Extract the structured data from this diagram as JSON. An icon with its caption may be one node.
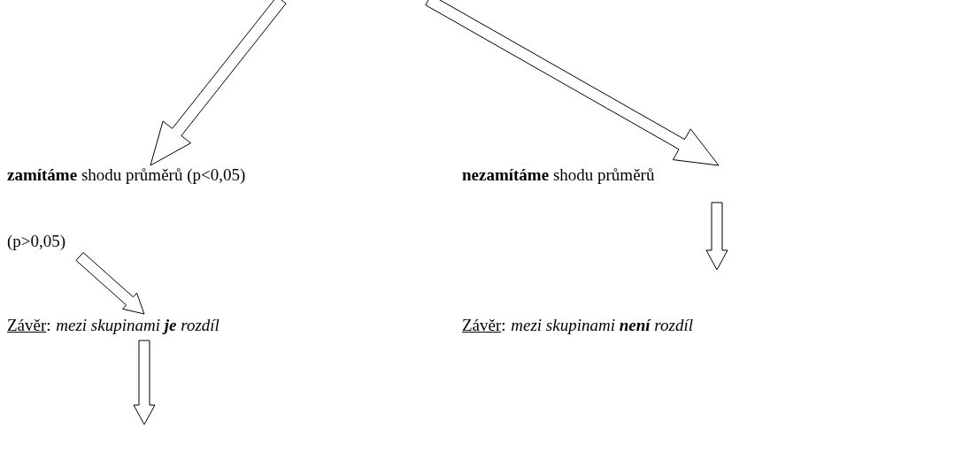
{
  "diagram": {
    "nodes": [
      {
        "text": [
          "**zamítáme** shodu průměrů (p<0,05)"
        ]
      },
      {
        "text": [
          "**nezamítáme** shodu průměrů"
        ]
      },
      {
        "text": [
          "(p>0,05)"
        ]
      },
      {
        "text": [
          "Závěr",
          ":",
          "mezi skupinami **je** rozdíl"
        ]
      },
      {
        "text": [
          "Závěr",
          ":",
          "mezi skupinami **není** rozdíl"
        ]
      }
    ],
    "edges": [
      {
        "from": null,
        "to": 0,
        "arrow": "to"
      },
      {
        "from": null,
        "to": 1,
        "arrow": "to"
      },
      {
        "from": 1,
        "to": 4,
        "arrow": "to"
      },
      {
        "from": 2,
        "to": 3,
        "arrow": "to"
      },
      {
        "from": 3,
        "to": null,
        "arrow": "to"
      }
    ]
  }
}
